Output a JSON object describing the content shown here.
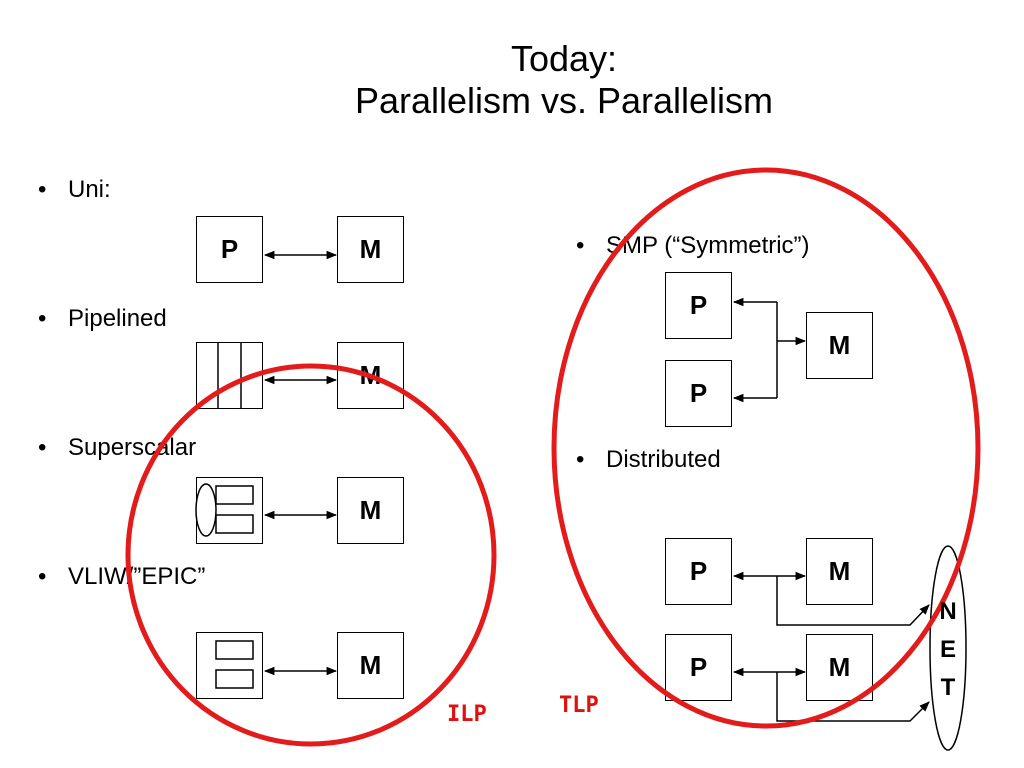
{
  "title": {
    "line1": "Today:",
    "line2": "Parallelism vs. Parallelism"
  },
  "left": {
    "items": [
      {
        "label": "Uni:"
      },
      {
        "label": "Pipelined"
      },
      {
        "label": "Superscalar"
      },
      {
        "label": "VLIW/”EPIC”"
      }
    ]
  },
  "right": {
    "items": [
      {
        "label": "SMP (“Symmetric”)"
      },
      {
        "label": "Distributed"
      }
    ]
  },
  "boxes": {
    "processor": "P",
    "memory": "M"
  },
  "net": {
    "letters": [
      "N",
      "E",
      "T"
    ]
  },
  "annotations": {
    "ilp": "ILP",
    "tlp": "TLP"
  },
  "colors": {
    "circle": "#e31b1b"
  }
}
